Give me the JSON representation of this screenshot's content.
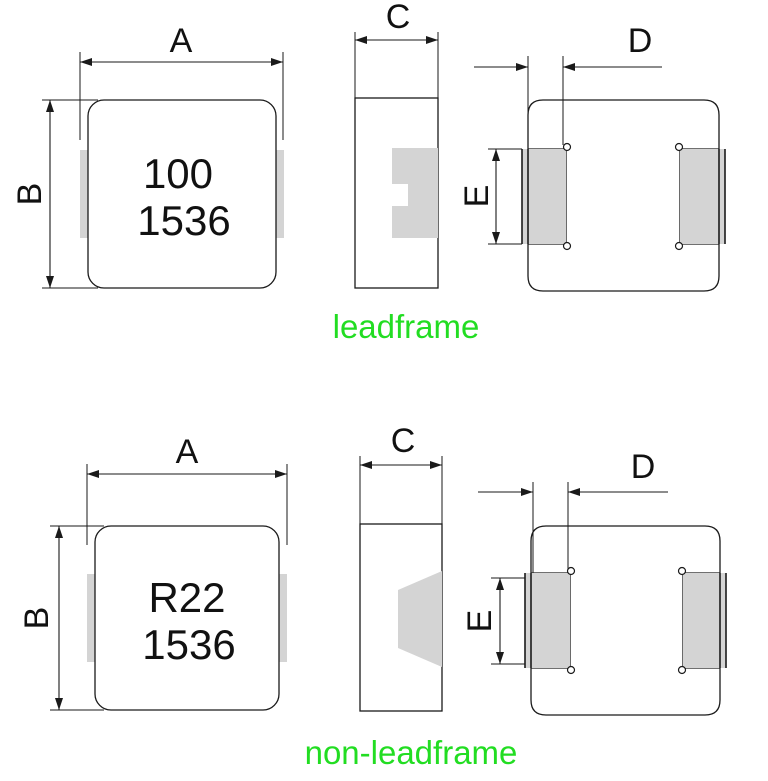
{
  "figures": [
    {
      "marking_line1": "100",
      "marking_line2": "1536",
      "caption": "leadframe"
    },
    {
      "marking_line1": "R22",
      "marking_line2": "1536",
      "caption": "non-leadframe"
    }
  ],
  "dimension_labels": {
    "a": "A",
    "b": "B",
    "c": "C",
    "d": "D",
    "e": "E"
  },
  "colors": {
    "caption": "#22dd22",
    "terminal_fill": "#d4d4d4",
    "line": "#1a1a1a"
  }
}
